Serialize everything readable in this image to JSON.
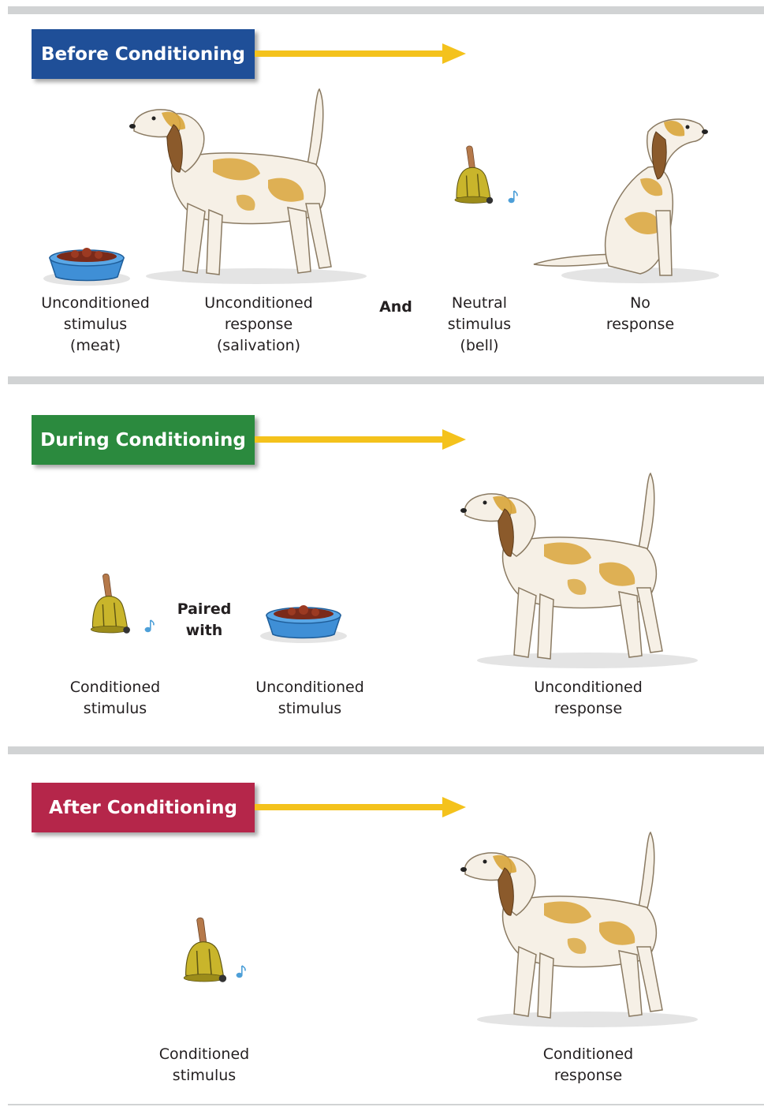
{
  "colors": {
    "before": "#1f4f98",
    "during": "#2b8a3e",
    "after": "#b5264a",
    "arrow": "#f4c21c",
    "rule": "#d1d3d4",
    "dog_tan": "#d9a53a",
    "dog_white": "#f6f0e6",
    "bowl": "#3f8fd6",
    "bell_brass": "#c9b52b"
  },
  "sections": {
    "before": {
      "title": "Before Conditioning",
      "captions": {
        "ucs": [
          "Unconditioned",
          "stimulus",
          "(meat)"
        ],
        "ucr": [
          "Unconditioned",
          "response",
          "(salivation)"
        ],
        "connector": [
          "And"
        ],
        "ns": [
          "Neutral",
          "stimulus",
          "(bell)"
        ],
        "nr": [
          "No",
          "response"
        ]
      }
    },
    "during": {
      "title": "During Conditioning",
      "captions": {
        "cs": [
          "Conditioned",
          "stimulus"
        ],
        "connector": [
          "Paired",
          "with"
        ],
        "ucs": [
          "Unconditioned",
          "stimulus"
        ],
        "ucr": [
          "Unconditioned",
          "response"
        ]
      }
    },
    "after": {
      "title": "After Conditioning",
      "captions": {
        "cs": [
          "Conditioned",
          "stimulus"
        ],
        "cr": [
          "Conditioned",
          "response"
        ]
      }
    }
  },
  "icons": [
    "food-bowl-icon",
    "standing-dog-icon",
    "sitting-dog-icon",
    "bell-icon",
    "music-note-icon",
    "arrow-right-icon"
  ]
}
